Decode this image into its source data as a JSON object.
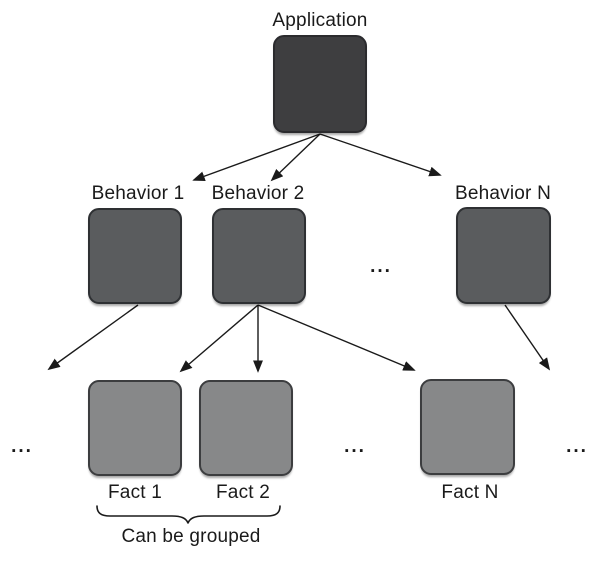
{
  "colors": {
    "background": "#ffffff",
    "text": "#1a1a1a",
    "arrow": "#1a1a1a",
    "application_box": "#3e3e40",
    "behavior_box": "#5a5c5e",
    "fact_box": "#878889"
  },
  "nodes": {
    "application": {
      "label": "Application"
    },
    "behavior_1": {
      "label": "Behavior 1"
    },
    "behavior_2": {
      "label": "Behavior 2"
    },
    "behavior_n": {
      "label": "Behavior N"
    },
    "fact_1": {
      "label": "Fact 1"
    },
    "fact_2": {
      "label": "Fact 2"
    },
    "fact_n": {
      "label": "Fact N"
    }
  },
  "ellipsis": {
    "behavior_row": "...",
    "fact_row_left": "...",
    "fact_row_middle": "...",
    "fact_row_right": "..."
  },
  "annotation": {
    "brace_label": "Can be grouped"
  }
}
